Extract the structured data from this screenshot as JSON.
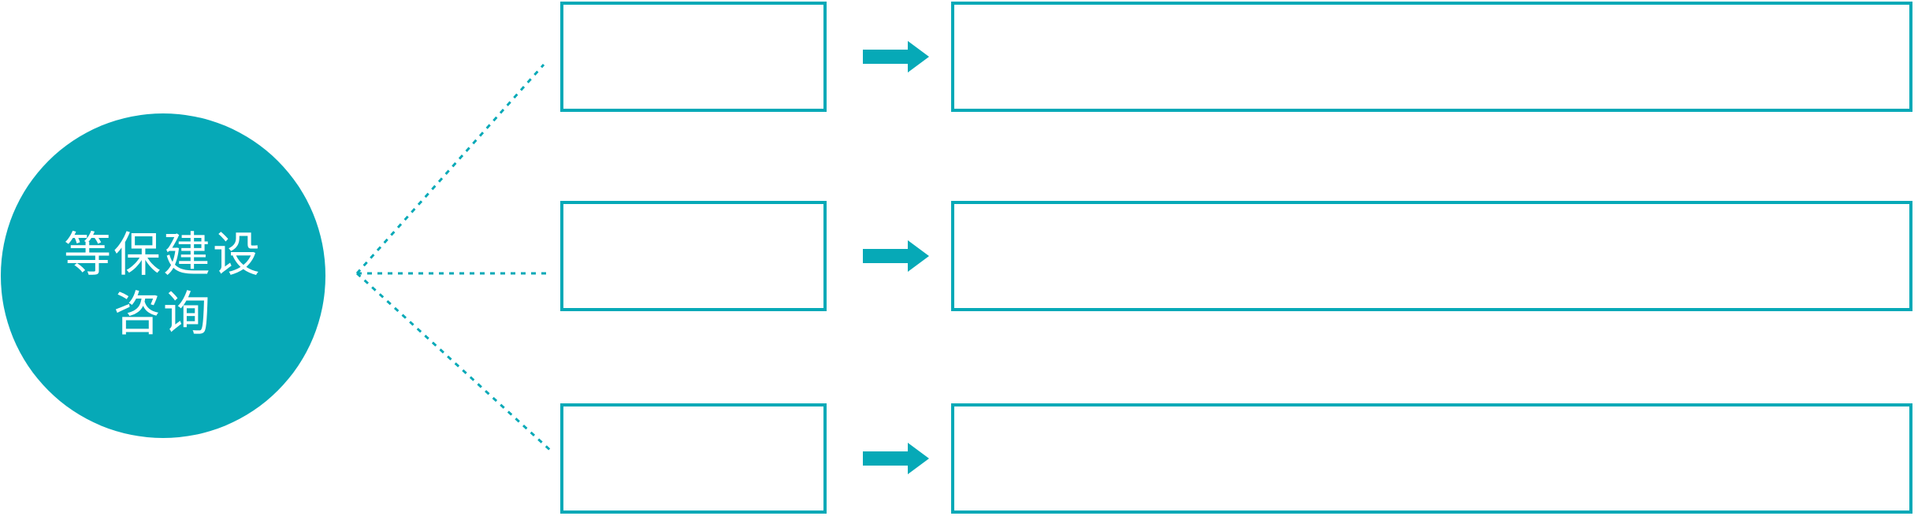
{
  "colors": {
    "accent": "#06a9b7",
    "circle_fill": "#06a9b7",
    "circle_text": "#ffffff",
    "background": "#ffffff"
  },
  "hub": {
    "shape": "circle",
    "label_line1": "等保建设",
    "label_line2": "咨询"
  },
  "icons": {
    "arrow": "arrow-right-icon",
    "connector": "dotted-line"
  },
  "rows": [
    {
      "step_label": "",
      "description_label": ""
    },
    {
      "step_label": "",
      "description_label": ""
    },
    {
      "step_label": "",
      "description_label": ""
    }
  ]
}
